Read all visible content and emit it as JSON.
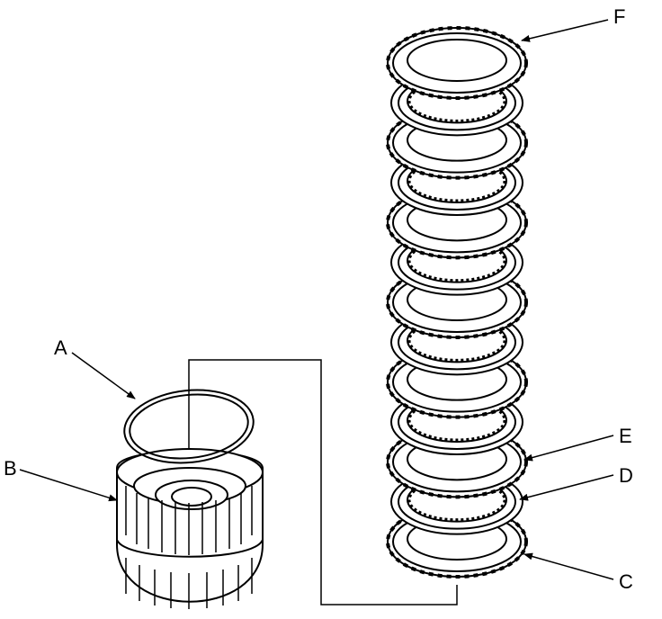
{
  "callouts": {
    "A": "A",
    "B": "B",
    "C": "C",
    "D": "D",
    "E": "E",
    "F": "F"
  },
  "colors": {
    "line": "#000000",
    "background": "#ffffff"
  }
}
